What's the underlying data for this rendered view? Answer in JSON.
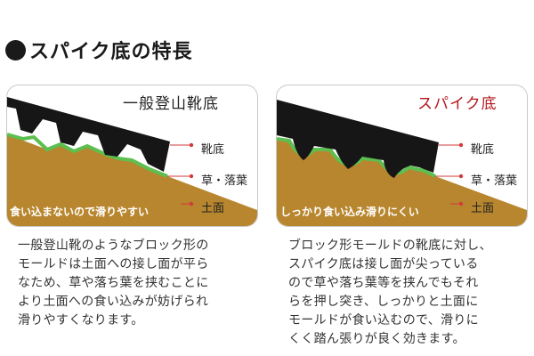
{
  "heading": "スパイク底の特長",
  "panels": {
    "left": {
      "title": "一般登山靴底",
      "labels": {
        "sole": "靴底",
        "grass": "草・落葉",
        "soil": "土面"
      },
      "caption": "食い込まないので滑りやすい"
    },
    "right": {
      "title": "スパイク底",
      "labels": {
        "sole": "靴底",
        "grass": "草・落葉",
        "soil": "土面"
      },
      "caption": "しっかり食い込み滑りにくい"
    }
  },
  "descriptions": {
    "left": [
      "一般登山靴のようなブロック形の",
      "モールドは土面への接し面が平ら",
      "なため、草や落ち葉を挟むことに",
      "より土面への食い込みが妨げられ",
      "滑りやすくなります。"
    ],
    "right": [
      "ブロック形モールドの靴底に対し、",
      "スパイク底は接し面が尖っている",
      "ので草や落ち葉等を挟んでもそれ",
      "らを押し突き、しっかりと土面に",
      "モールドが食い込むので、滑りに",
      "くく踏ん張りが良く効きます。"
    ]
  },
  "colors": {
    "soil": "#b8862e",
    "grass": "#5cbf4f",
    "sole": "#161616",
    "accent_red": "#b5161c",
    "leader_line": "#d23a3a"
  }
}
